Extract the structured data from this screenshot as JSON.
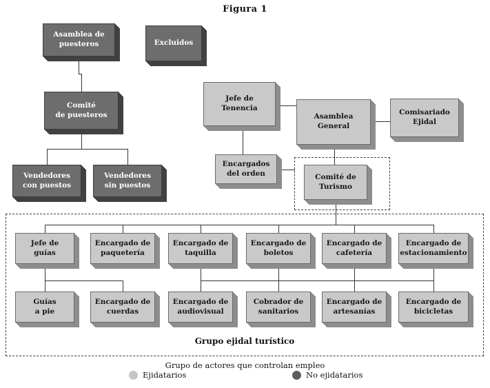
{
  "figure": {
    "title": "Figura 1"
  },
  "nodes": [
    {
      "id": "asamblea-de-puesteros",
      "label": "Asamblea de\npuesteros",
      "group": "no-ejidatarios"
    },
    {
      "id": "excluidos",
      "label": "Excluidos",
      "group": "no-ejidatarios"
    },
    {
      "id": "comite-de-puesteros",
      "label": "Comité\nde puesteros",
      "group": "no-ejidatarios"
    },
    {
      "id": "vendedores-con-puestos",
      "label": "Vendedores\ncon puestos",
      "group": "no-ejidatarios"
    },
    {
      "id": "vendedores-sin-puestos",
      "label": "Vendedores\nsin puestos",
      "group": "no-ejidatarios"
    },
    {
      "id": "jefe-de-tenencia",
      "label": "Jefe de\nTenencia",
      "group": "ejidatarios"
    },
    {
      "id": "asamblea-general",
      "label": "Asamblea\nGeneral",
      "group": "ejidatarios"
    },
    {
      "id": "comisariado-ejidal",
      "label": "Comisariado\nEjidal",
      "group": "ejidatarios"
    },
    {
      "id": "encargados-del-orden",
      "label": "Encargados\ndel orden",
      "group": "ejidatarios"
    },
    {
      "id": "comite-de-turismo",
      "label": "Comité de\nTurismo",
      "group": "ejidatarios"
    },
    {
      "id": "jefe-de-guias",
      "label": "Jefe de\nguías",
      "group": "ejidatarios"
    },
    {
      "id": "encargado-de-paqueteria",
      "label": "Encargado de\npaquetería",
      "group": "ejidatarios"
    },
    {
      "id": "encargado-de-taquilla",
      "label": "Encargado de\ntaquilla",
      "group": "ejidatarios"
    },
    {
      "id": "encargado-de-boletos",
      "label": "Encargado de\nboletos",
      "group": "ejidatarios"
    },
    {
      "id": "encargado-de-cafeteria",
      "label": "Encargado de\ncafetería",
      "group": "ejidatarios"
    },
    {
      "id": "encargado-de-estacionamiento",
      "label": "Encargado de\nestacionamiento",
      "group": "ejidatarios"
    },
    {
      "id": "guias-a-pie",
      "label": "Guías\na pie",
      "group": "ejidatarios"
    },
    {
      "id": "encargado-de-cuerdas",
      "label": "Encargado de\ncuerdas",
      "group": "ejidatarios"
    },
    {
      "id": "encargado-de-audiovisual",
      "label": "Encargado de\naudiovisual",
      "group": "ejidatarios"
    },
    {
      "id": "cobrador-de-sanitarios",
      "label": "Cobrador de\nsanitarios",
      "group": "ejidatarios"
    },
    {
      "id": "encargado-de-artesanias",
      "label": "Encargado de\nartesanías",
      "group": "ejidatarios"
    },
    {
      "id": "encargado-de-bicicletas",
      "label": "Encargado de\nbicicletas",
      "group": "ejidatarios"
    }
  ],
  "edges": [
    [
      "asamblea-de-puesteros",
      "comite-de-puesteros"
    ],
    [
      "comite-de-puesteros",
      "vendedores-con-puestos"
    ],
    [
      "comite-de-puesteros",
      "vendedores-sin-puestos"
    ],
    [
      "jefe-de-tenencia",
      "asamblea-general"
    ],
    [
      "jefe-de-tenencia",
      "encargados-del-orden"
    ],
    [
      "encargados-del-orden",
      "comite-de-turismo"
    ],
    [
      "asamblea-general",
      "comisariado-ejidal"
    ],
    [
      "asamblea-general",
      "comite-de-turismo"
    ],
    [
      "comite-de-turismo",
      "jefe-de-guias"
    ],
    [
      "comite-de-turismo",
      "encargado-de-paqueteria"
    ],
    [
      "comite-de-turismo",
      "encargado-de-taquilla"
    ],
    [
      "comite-de-turismo",
      "encargado-de-boletos"
    ],
    [
      "comite-de-turismo",
      "encargado-de-cafeteria"
    ],
    [
      "comite-de-turismo",
      "encargado-de-estacionamiento"
    ],
    [
      "jefe-de-guias",
      "guias-a-pie"
    ],
    [
      "jefe-de-guias",
      "encargado-de-cuerdas"
    ],
    [
      "encargado-de-taquilla",
      "encargado-de-audiovisual"
    ],
    [
      "encargado-de-boletos",
      "cobrador-de-sanitarios"
    ],
    [
      "encargado-de-cafeteria",
      "encargado-de-artesanias"
    ],
    [
      "encargado-de-estacionamiento",
      "encargado-de-bicicletas"
    ]
  ],
  "group_box": {
    "label": "Grupo ejidal turístico"
  },
  "legend": {
    "title": "Grupo de actores que controlan empleo",
    "items": [
      {
        "label": "Ejidatarios",
        "swatch": "light"
      },
      {
        "label": "No ejidatarios",
        "swatch": "dark"
      }
    ]
  },
  "colors": {
    "ejidatarios_fill": "#c9c9c9",
    "no_ejidatarios_fill": "#6d6d6d",
    "line": "#333333",
    "background": "#ffffff"
  }
}
